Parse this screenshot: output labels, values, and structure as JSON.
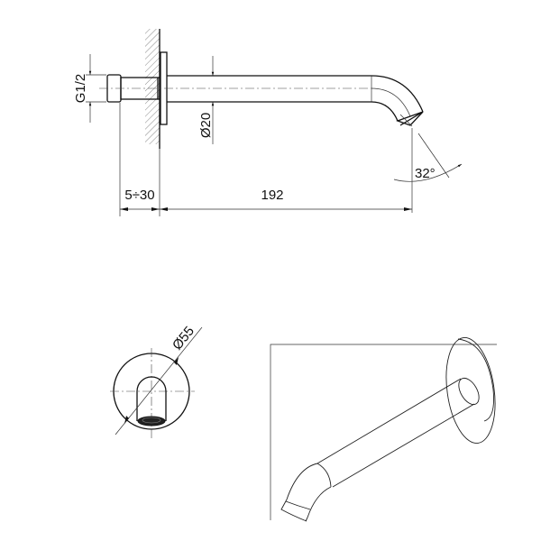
{
  "drawing": {
    "side_view": {
      "thread_label": "G1/2",
      "diameter_label": "Ø20",
      "angle_label": "32°",
      "wall_offset_label": "5÷30",
      "length_label": "192"
    },
    "front_view": {
      "rosette_diameter_label": "Ø55"
    },
    "iso_view": {
      "description": "Isometric view of wall-mounted spout"
    },
    "colors": {
      "line": "#111111",
      "background": "#ffffff"
    }
  }
}
